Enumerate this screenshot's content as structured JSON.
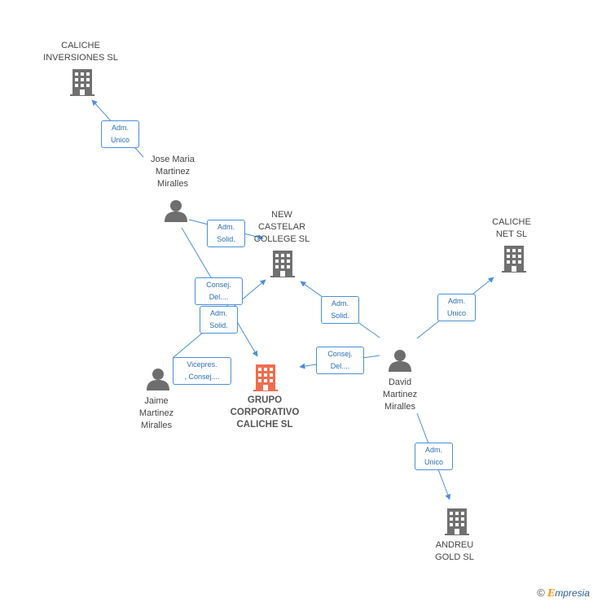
{
  "nodes": {
    "caliche_inversiones": {
      "label": "CALICHE\nINVERSIONES SL",
      "type": "company"
    },
    "jose_maria": {
      "label": "Jose Maria\nMartinez\nMiralles",
      "type": "person"
    },
    "new_castelar": {
      "label": "NEW\nCASTELAR\nCOLLEGE  SL",
      "type": "company"
    },
    "caliche_net": {
      "label": "CALICHE\nNET SL",
      "type": "company"
    },
    "jaime": {
      "label": "Jaime\nMartinez\nMiralles",
      "type": "person"
    },
    "grupo": {
      "label": "GRUPO\nCORPORATIVO\nCALICHE  SL",
      "type": "company-main"
    },
    "david": {
      "label": "David\nMartinez\nMiralles",
      "type": "person"
    },
    "andreu": {
      "label": "ANDREU\nGOLD SL",
      "type": "company"
    }
  },
  "edges": {
    "e1": "Adm.\nUnico",
    "e2": "Adm.\nSolid.",
    "e3": "Consej.\nDel....",
    "e4": "Adm.\nSolid.",
    "e5": "Vicepres.\n, Consej....",
    "e6": "Adm.\nSolid.",
    "e7": "Consej.\nDel....",
    "e8": "Adm.\nUnico",
    "e9": "Adm.\nUnico"
  },
  "colors": {
    "edge": "#4a90d9",
    "company_icon": "#707070",
    "main_company_icon": "#f26c4f",
    "person_icon": "#6e6e6e"
  },
  "footer": {
    "copyright": "©",
    "brand_first": "E",
    "brand_rest": "mpresia"
  }
}
